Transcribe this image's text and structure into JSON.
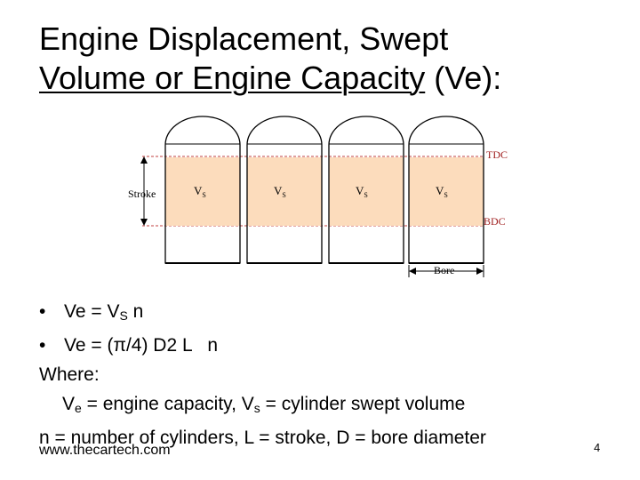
{
  "slide": {
    "title_line1": "Engine Displacement, Swept",
    "title_line2_underlined": "Volume  or Engine Capacity",
    "title_line2_rest": " (Ve):",
    "footer_url": "www.thecartech.com",
    "page_number": "4"
  },
  "diagram": {
    "tdc_label": "TDC",
    "bdc_label": "BDC",
    "stroke_label": "Stroke",
    "bore_label": "Bore",
    "cylinder_labels": [
      {
        "main": "V",
        "sub": "S"
      },
      {
        "main": "V",
        "sub": "S"
      },
      {
        "main": "V",
        "sub": "S"
      },
      {
        "main": "V",
        "sub": "S"
      }
    ],
    "swept_fill_color": "#fcdcbc"
  },
  "content": {
    "bullet_symbol": "•",
    "line1": {
      "a": "Ve = V",
      "sub": "S",
      "b": " n"
    },
    "line2": {
      "a": "Ve = (",
      "pi": "π",
      "b": "/4) D2 L   n"
    },
    "where_label": "Where:",
    "def1": {
      "a": "V",
      "sub1": "e",
      "b": " = engine capacity, V",
      "sub2": "s",
      "c": " = cylinder swept volume"
    },
    "def2": "n = number of cylinders, L = stroke, D = bore diameter"
  }
}
